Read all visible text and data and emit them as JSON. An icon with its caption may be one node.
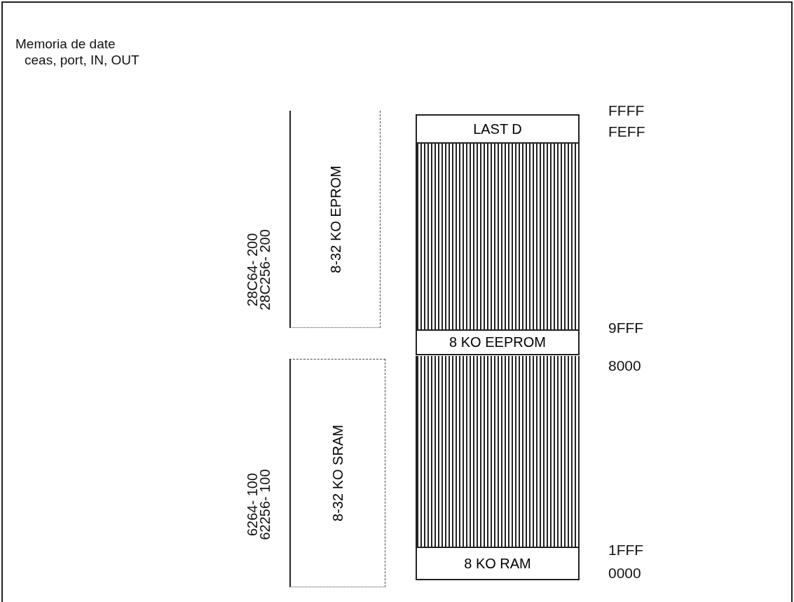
{
  "diagram": {
    "nodes": [
      {
        "text": [
          "8-32 KO EPROM"
        ]
      },
      {
        "text": [
          "LAST D"
        ]
      },
      {
        "text": [],
        "shape": "box"
      },
      {
        "text": [
          "8 KO EEPROM"
        ]
      },
      {
        "text": [
          "8-32 KO SRAM"
        ]
      },
      {
        "text": [],
        "shape": "box"
      },
      {
        "text": [
          "8 KO RAM"
        ]
      }
    ],
    "edges": [],
    "labels": [
      "Memoria de date",
      "ceas, port, IN, OUT",
      "FFFF",
      "FEFF",
      "28C64- 200",
      "28C256- 200",
      "9FFF",
      "8000",
      "6264- 100",
      "62256- 100",
      "1FFF",
      "0000"
    ]
  }
}
